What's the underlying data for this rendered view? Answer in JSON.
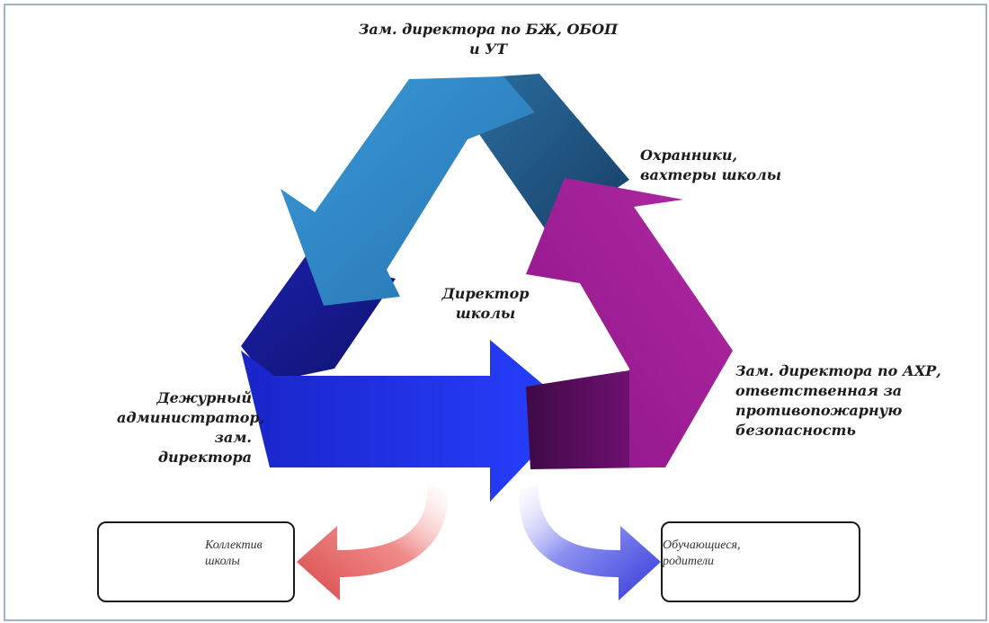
{
  "diagram": {
    "top_label": "Зам. директора по БЖ, ОБОП\nи УТ",
    "right_top_label": "Охранники,\nвахтеры школы",
    "center_label": "Директор\nшколы",
    "right_bottom_label": "Зам. директора по АХР,\nответственная за\nпротивопожарную безопасность",
    "left_label": "Дежурный\nадминистратор,\nзам. директора"
  },
  "boxes": {
    "left": "Коллектив\nшколы",
    "right": "Обучающиеся,\nродители"
  },
  "colors": {
    "arrow_blue_light": "#2f86c6",
    "arrow_blue_dark": "#1f5c8e",
    "arrow_royal": "#1e2fe0",
    "arrow_navy": "#14188a",
    "arrow_magenta": "#9a1a8e",
    "arrow_magenta_dark": "#5a0a55",
    "arrow_red": "#e26a6a",
    "arrow_periwinkle": "#5a63e6"
  }
}
